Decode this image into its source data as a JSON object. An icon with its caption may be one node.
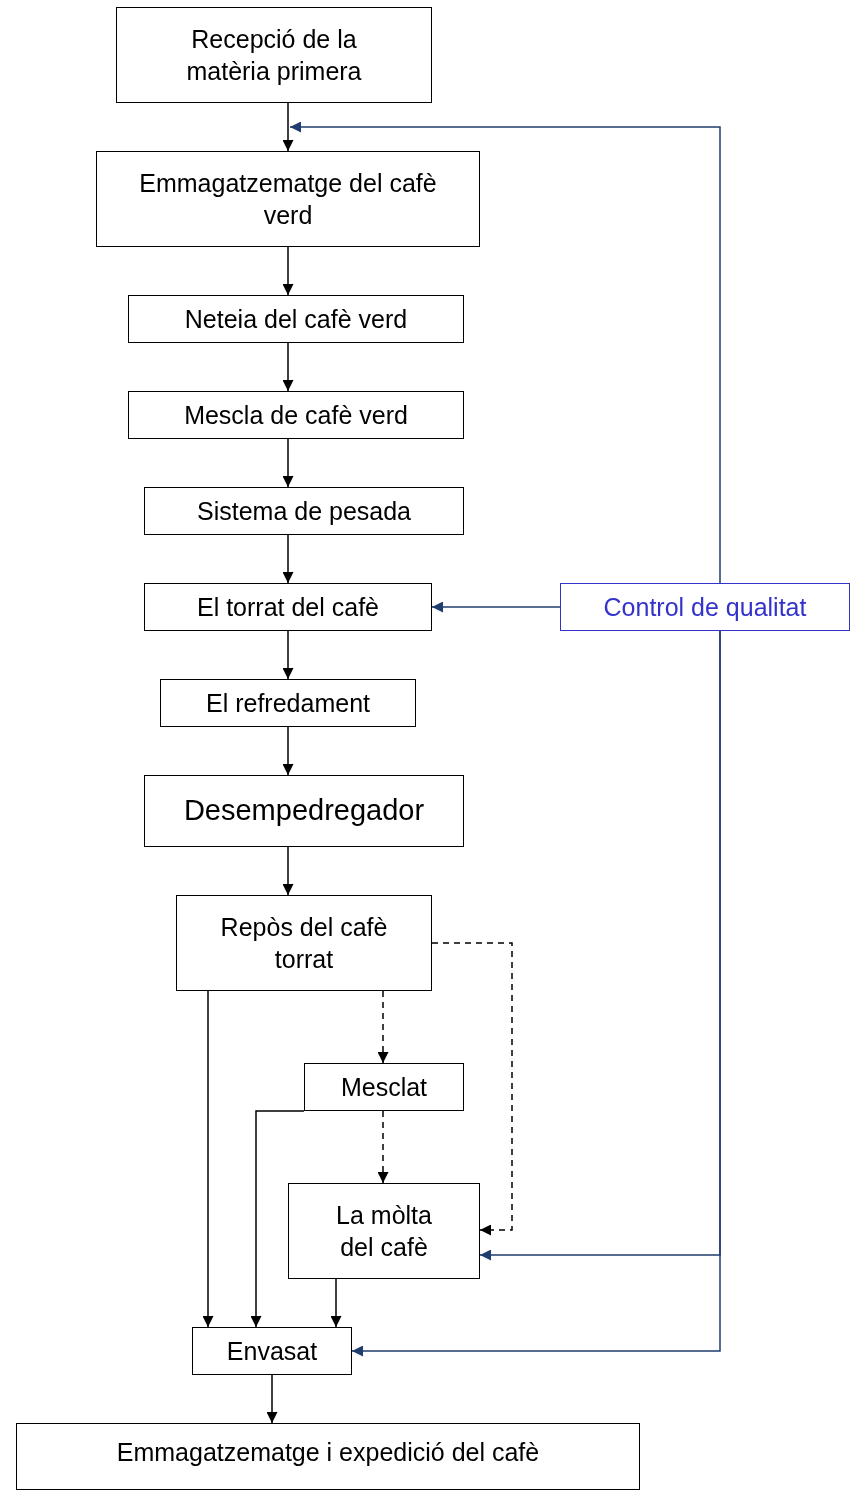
{
  "diagram": {
    "nodes": [
      {
        "text": [
          "Recepció de la matèria primera"
        ]
      },
      {
        "text": [
          "Emmagatzematge del cafè verd"
        ]
      },
      {
        "text": [
          "Neteia del cafè verd"
        ]
      },
      {
        "text": [
          "Mescla de cafè verd"
        ]
      },
      {
        "text": [
          "Sistema de pesada"
        ]
      },
      {
        "text": [
          "El torrat del cafè"
        ]
      },
      {
        "text": [
          "El refredament"
        ]
      },
      {
        "text": [
          "Desempedregador"
        ]
      },
      {
        "text": [
          "Repòs del cafè torrat"
        ]
      },
      {
        "text": [
          "Mesclat"
        ]
      },
      {
        "text": [
          "La mòlta del cafè"
        ]
      },
      {
        "text": [
          "Envasat"
        ]
      },
      {
        "text": [
          "Control de qualitat"
        ]
      },
      {
        "text": [
          "Emmagatzematge i expedició del cafè"
        ]
      }
    ],
    "edges": [
      {
        "from": 0,
        "to": 1,
        "arrow": "to"
      },
      {
        "from": 1,
        "to": 2,
        "arrow": "to"
      },
      {
        "from": 2,
        "to": 3,
        "arrow": "to"
      },
      {
        "from": 3,
        "to": 4,
        "arrow": "to"
      },
      {
        "from": 4,
        "to": 5,
        "arrow": "to"
      },
      {
        "from": 5,
        "to": 6,
        "arrow": "to"
      },
      {
        "from": 6,
        "to": 7,
        "arrow": "to"
      },
      {
        "from": 7,
        "to": 8,
        "arrow": "to"
      },
      {
        "from": 12,
        "to": 1,
        "arrow": "to",
        "color": "#1f3d6e"
      },
      {
        "from": 12,
        "to": 5,
        "arrow": "to",
        "color": "#1f3d6e"
      },
      {
        "from": 8,
        "to": 11,
        "arrow": "to"
      },
      {
        "from": 8,
        "to": 9,
        "arrow": "to",
        "style": "dashed"
      },
      {
        "from": 8,
        "to": 10,
        "arrow": "to",
        "style": "dashed"
      },
      {
        "from": 9,
        "to": 10,
        "arrow": "to",
        "style": "dashed"
      },
      {
        "from": 9,
        "to": 11,
        "arrow": "to"
      },
      {
        "from": 10,
        "to": 11,
        "arrow": "to"
      },
      {
        "from": 12,
        "to": 10,
        "arrow": "to",
        "color": "#1f3d6e"
      },
      {
        "from": 12,
        "to": 11,
        "arrow": "to",
        "color": "#1f3d6e"
      },
      {
        "from": 11,
        "to": 13,
        "arrow": "to"
      }
    ]
  }
}
